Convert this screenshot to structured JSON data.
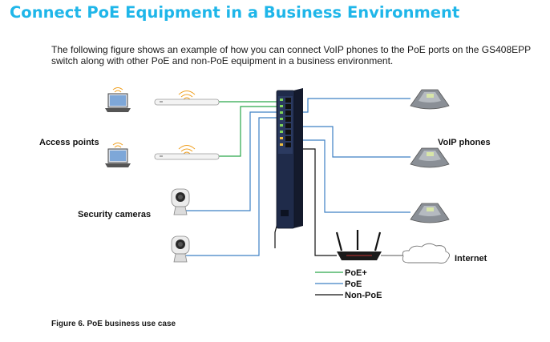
{
  "page": {
    "heading": "Connect PoE Equipment in a Business Environment",
    "intro": "The following figure shows an example of how you can connect VoIP phones to the PoE ports on the GS408EPP switch along with other PoE and non-PoE equipment in a business environment.",
    "caption": "Figure 6. PoE business use case"
  },
  "diagram": {
    "labels": {
      "access_points": "Access points",
      "voip_phones": "VoIP phones",
      "security_cameras": "Security cameras",
      "internet": "Internet"
    },
    "legend": [
      {
        "label": "PoE+",
        "color": "#2aa84a"
      },
      {
        "label": "PoE",
        "color": "#3d80c4"
      },
      {
        "label": "Non-PoE",
        "color": "#111111"
      }
    ],
    "colors": {
      "poe_plus": "#2aa84a",
      "poe": "#3d80c4",
      "non_poe": "#111111",
      "switch": "#1f2b4a"
    }
  }
}
